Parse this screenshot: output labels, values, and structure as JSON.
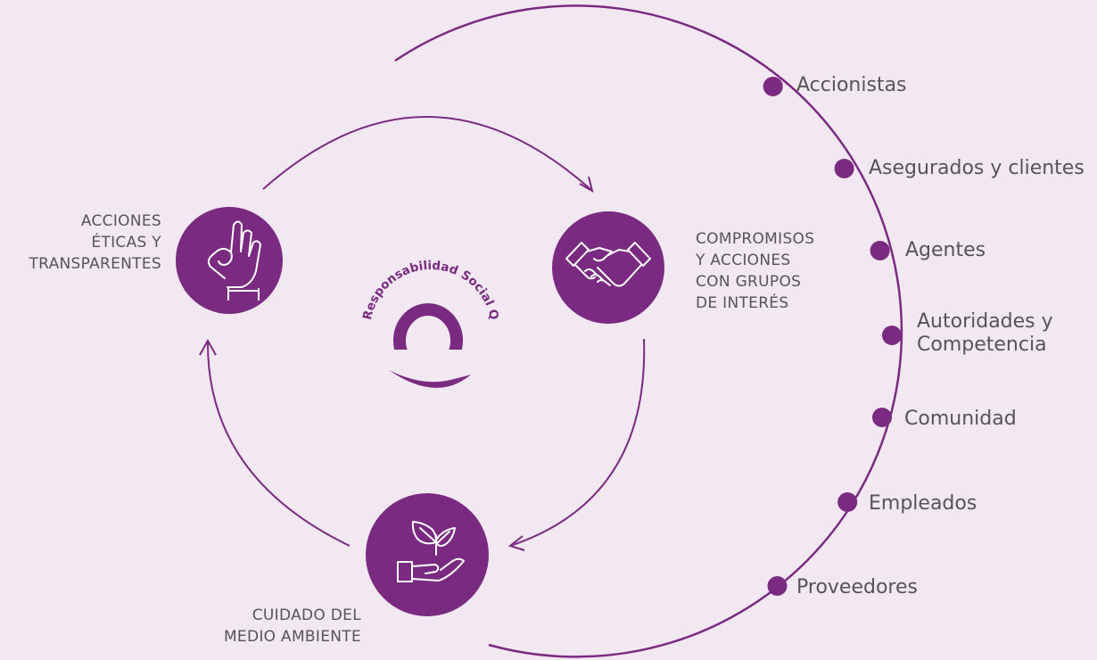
{
  "colors": {
    "background": "#f1e8f2",
    "accent": "#7b2a82",
    "text": "#555555"
  },
  "logo": {
    "arc_text": "Responsabilidad Social Q",
    "letter": "Q"
  },
  "cycle": {
    "nodes": [
      {
        "id": "eticas",
        "label": "ACCIONES\nÉTICAS Y\nTRANSPARENTES",
        "icon": "ok-hand-icon"
      },
      {
        "id": "compromisos",
        "label": "COMPROMISOS\nY ACCIONES\nCON GRUPOS\nDE INTERÉS",
        "icon": "handshake-icon"
      },
      {
        "id": "ambiente",
        "label": "CUIDADO DEL\nMEDIO AMBIENTE",
        "icon": "plant-in-hand-icon"
      }
    ]
  },
  "stakeholders": [
    {
      "label": "Accionistas"
    },
    {
      "label": "Asegurados y clientes"
    },
    {
      "label": "Agentes"
    },
    {
      "label": "Autoridades y\nCompetencia"
    },
    {
      "label": "Comunidad"
    },
    {
      "label": "Empleados"
    },
    {
      "label": "Proveedores"
    }
  ]
}
